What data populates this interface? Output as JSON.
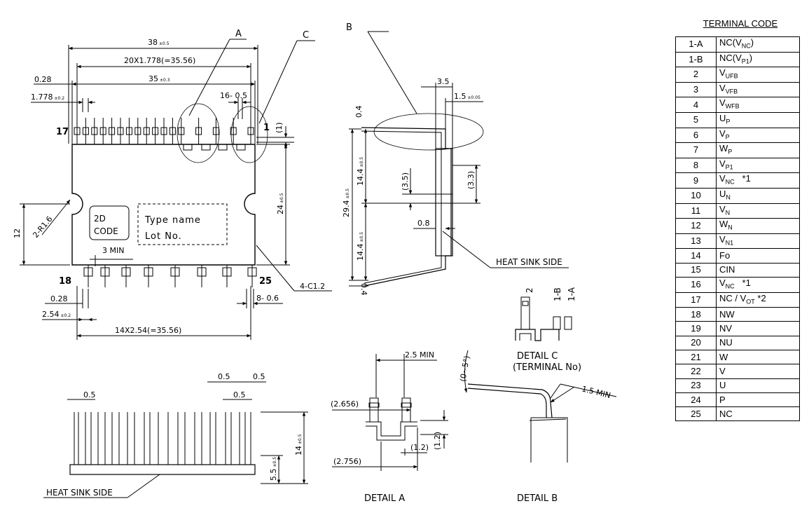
{
  "table": {
    "title": "TERMINAL CODE",
    "rows": [
      {
        "no": "1-A",
        "base": "NC(V",
        "sub": "NC",
        "post": ")"
      },
      {
        "no": "1-B",
        "base": "NC(V",
        "sub": "P1",
        "post": ")"
      },
      {
        "no": "2",
        "base": "V",
        "sub": "UFB",
        "post": ""
      },
      {
        "no": "3",
        "base": "V",
        "sub": "VFB",
        "post": ""
      },
      {
        "no": "4",
        "base": "V",
        "sub": "WFB",
        "post": ""
      },
      {
        "no": "5",
        "base": "U",
        "sub": "P",
        "post": ""
      },
      {
        "no": "6",
        "base": "V",
        "sub": "P",
        "post": ""
      },
      {
        "no": "7",
        "base": "W",
        "sub": "P",
        "post": ""
      },
      {
        "no": "8",
        "base": "V",
        "sub": "P1",
        "post": ""
      },
      {
        "no": "9",
        "base": "V",
        "sub": "NC",
        "post": "   *1"
      },
      {
        "no": "10",
        "base": "U",
        "sub": "N",
        "post": ""
      },
      {
        "no": "11",
        "base": "V",
        "sub": "N",
        "post": ""
      },
      {
        "no": "12",
        "base": "W",
        "sub": "N",
        "post": ""
      },
      {
        "no": "13",
        "base": "V",
        "sub": "N1",
        "post": ""
      },
      {
        "no": "14",
        "base": "Fo",
        "sub": "",
        "post": ""
      },
      {
        "no": "15",
        "base": "CIN",
        "sub": "",
        "post": ""
      },
      {
        "no": "16",
        "base": "V",
        "sub": "NC",
        "post": "   *1"
      },
      {
        "no": "17",
        "base": "NC / V",
        "sub": "OT",
        "post": " *2"
      },
      {
        "no": "18",
        "base": "NW",
        "sub": "",
        "post": ""
      },
      {
        "no": "19",
        "base": "NV",
        "sub": "",
        "post": ""
      },
      {
        "no": "20",
        "base": "NU",
        "sub": "",
        "post": ""
      },
      {
        "no": "21",
        "base": "W",
        "sub": "",
        "post": ""
      },
      {
        "no": "22",
        "base": "V",
        "sub": "",
        "post": ""
      },
      {
        "no": "23",
        "base": "U",
        "sub": "",
        "post": ""
      },
      {
        "no": "24",
        "base": "P",
        "sub": "",
        "post": ""
      },
      {
        "no": "25",
        "base": "NC",
        "sub": "",
        "post": ""
      }
    ]
  },
  "top_view": {
    "dim_38": "38",
    "tol_38": "±0.5",
    "dim_pitch_top": "20X1.778(=35.56)",
    "dim_35": "35",
    "tol_35": "±0.3",
    "dim_028_top": "0.28",
    "dim_1778": "1.778",
    "tol_1778": "±0.2",
    "dim_16_05": "16- 0.5",
    "pin17": "17",
    "pin1": "1",
    "dim_1": "(1)",
    "label_a": "A",
    "label_c": "C",
    "code_2d_line1": "2D",
    "code_2d_line2": "CODE",
    "type_name": "Type name",
    "lot_no": "Lot No.",
    "dim_12": "12",
    "dim_r16": "2-R1.6",
    "dim_24": "24",
    "tol_24": "±0.5",
    "dim_3min": "3 MIN",
    "pin18": "18",
    "pin25": "25",
    "dim_028_bot": "0.28",
    "dim_254": "2.54",
    "tol_254": "±0.2",
    "dim_pitch_bot": "14X2.54(=35.56)",
    "dim_8_06": "8- 0.6",
    "dim_c12": "4-C1.2"
  },
  "side_view": {
    "label_b": "B",
    "dim_35": "3.5",
    "dim_15": "1.5",
    "tol_15": "±0.05",
    "dim_04": "0.4",
    "dim_294": "29.4",
    "tol_294": "±0.5",
    "dim_144a": "14.4",
    "tol_144a": "±0.5",
    "dim_144b": "14.4",
    "tol_144b": "±0.5",
    "dim_35p": "(3.5)",
    "dim_33p": "(3.3)",
    "dim_08": "0.8",
    "dim_04b": "0.4",
    "heat_sink": "HEAT SINK SIDE"
  },
  "front_view": {
    "dim_05a": "0.5",
    "dim_05b": "0.5",
    "dim_05c": "0.5",
    "dim_14": "14",
    "tol_14": "±0.5",
    "dim_55": "5.5",
    "tol_55": "±0.5",
    "heat_sink": "HEAT SINK SIDE"
  },
  "detail_a": {
    "dim_25min": "2.5 MIN",
    "dim_2656": "(2.656)",
    "dim_2756": "(2.756)",
    "dim_12h": "(1.2)",
    "dim_12v": "(1.2)",
    "title": "DETAIL A"
  },
  "detail_b": {
    "angle": "(0~5°)",
    "dim_15min": "1.5 MIN",
    "title": "DETAIL B"
  },
  "detail_c": {
    "pin2": "2",
    "pin1b": "1-B",
    "pin1a": "1-A",
    "title1": "DETAIL C",
    "title2": "(TERMINAL No)"
  }
}
